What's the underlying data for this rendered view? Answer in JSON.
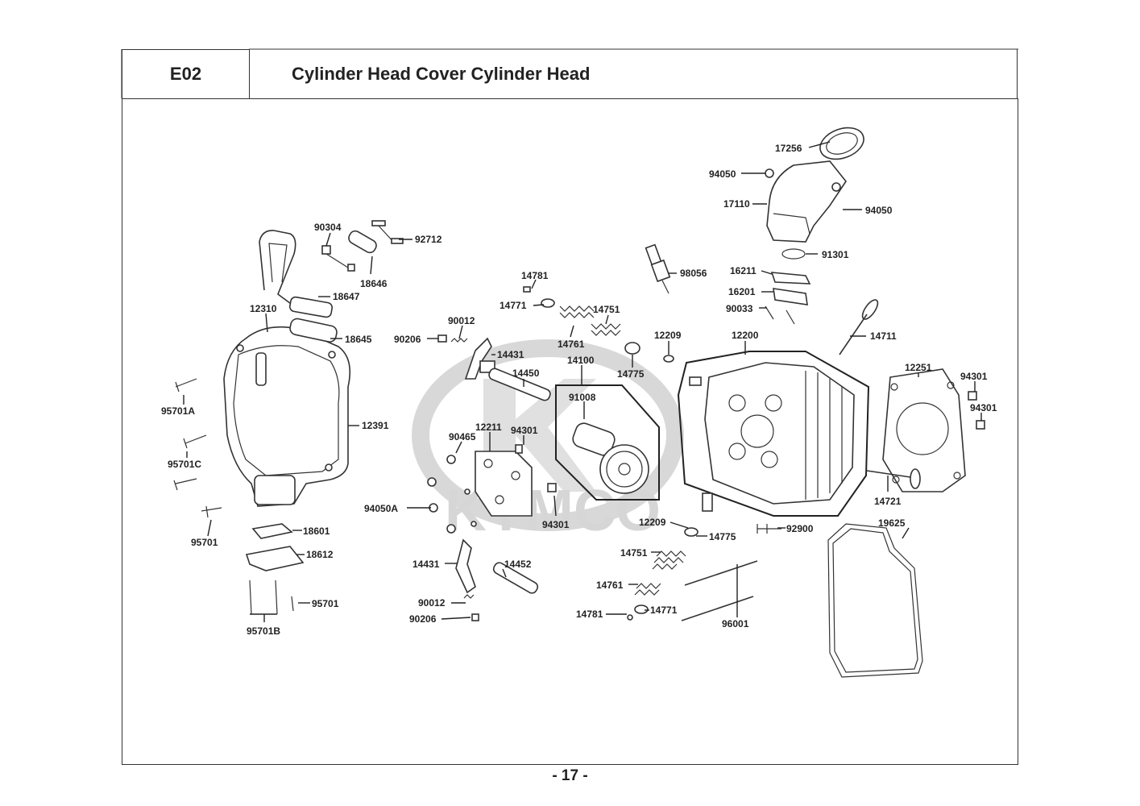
{
  "header": {
    "code": "E02",
    "title": "Cylinder Head Cover  Cylinder Head"
  },
  "watermark": "KYMCO",
  "page_number": "- 17 -",
  "callouts": [
    {
      "id": "17256"
    },
    {
      "id": "94050"
    },
    {
      "id": "17110"
    },
    {
      "id": "94050"
    },
    {
      "id": "91301"
    },
    {
      "id": "90304"
    },
    {
      "id": "92712"
    },
    {
      "id": "18646"
    },
    {
      "id": "98056"
    },
    {
      "id": "16211"
    },
    {
      "id": "16201"
    },
    {
      "id": "90033"
    },
    {
      "id": "18647"
    },
    {
      "id": "14781"
    },
    {
      "id": "14771"
    },
    {
      "id": "14751"
    },
    {
      "id": "12310"
    },
    {
      "id": "90012"
    },
    {
      "id": "18645"
    },
    {
      "id": "90206"
    },
    {
      "id": "14711"
    },
    {
      "id": "12209"
    },
    {
      "id": "12200"
    },
    {
      "id": "14761"
    },
    {
      "id": "14431"
    },
    {
      "id": "14775"
    },
    {
      "id": "14100"
    },
    {
      "id": "14450"
    },
    {
      "id": "12251"
    },
    {
      "id": "94301"
    },
    {
      "id": "91008"
    },
    {
      "id": "95701A"
    },
    {
      "id": "94301"
    },
    {
      "id": "12211"
    },
    {
      "id": "94301"
    },
    {
      "id": "12391"
    },
    {
      "id": "90465"
    },
    {
      "id": "95701C"
    },
    {
      "id": "14721"
    },
    {
      "id": "94050A"
    },
    {
      "id": "94301"
    },
    {
      "id": "12209"
    },
    {
      "id": "19625"
    },
    {
      "id": "18601"
    },
    {
      "id": "14775"
    },
    {
      "id": "92900"
    },
    {
      "id": "95701"
    },
    {
      "id": "18612"
    },
    {
      "id": "14751"
    },
    {
      "id": "14431"
    },
    {
      "id": "14452"
    },
    {
      "id": "14761"
    },
    {
      "id": "95701"
    },
    {
      "id": "90012"
    },
    {
      "id": "14781"
    },
    {
      "id": "14771"
    },
    {
      "id": "90206"
    },
    {
      "id": "96001"
    },
    {
      "id": "95701B"
    }
  ]
}
